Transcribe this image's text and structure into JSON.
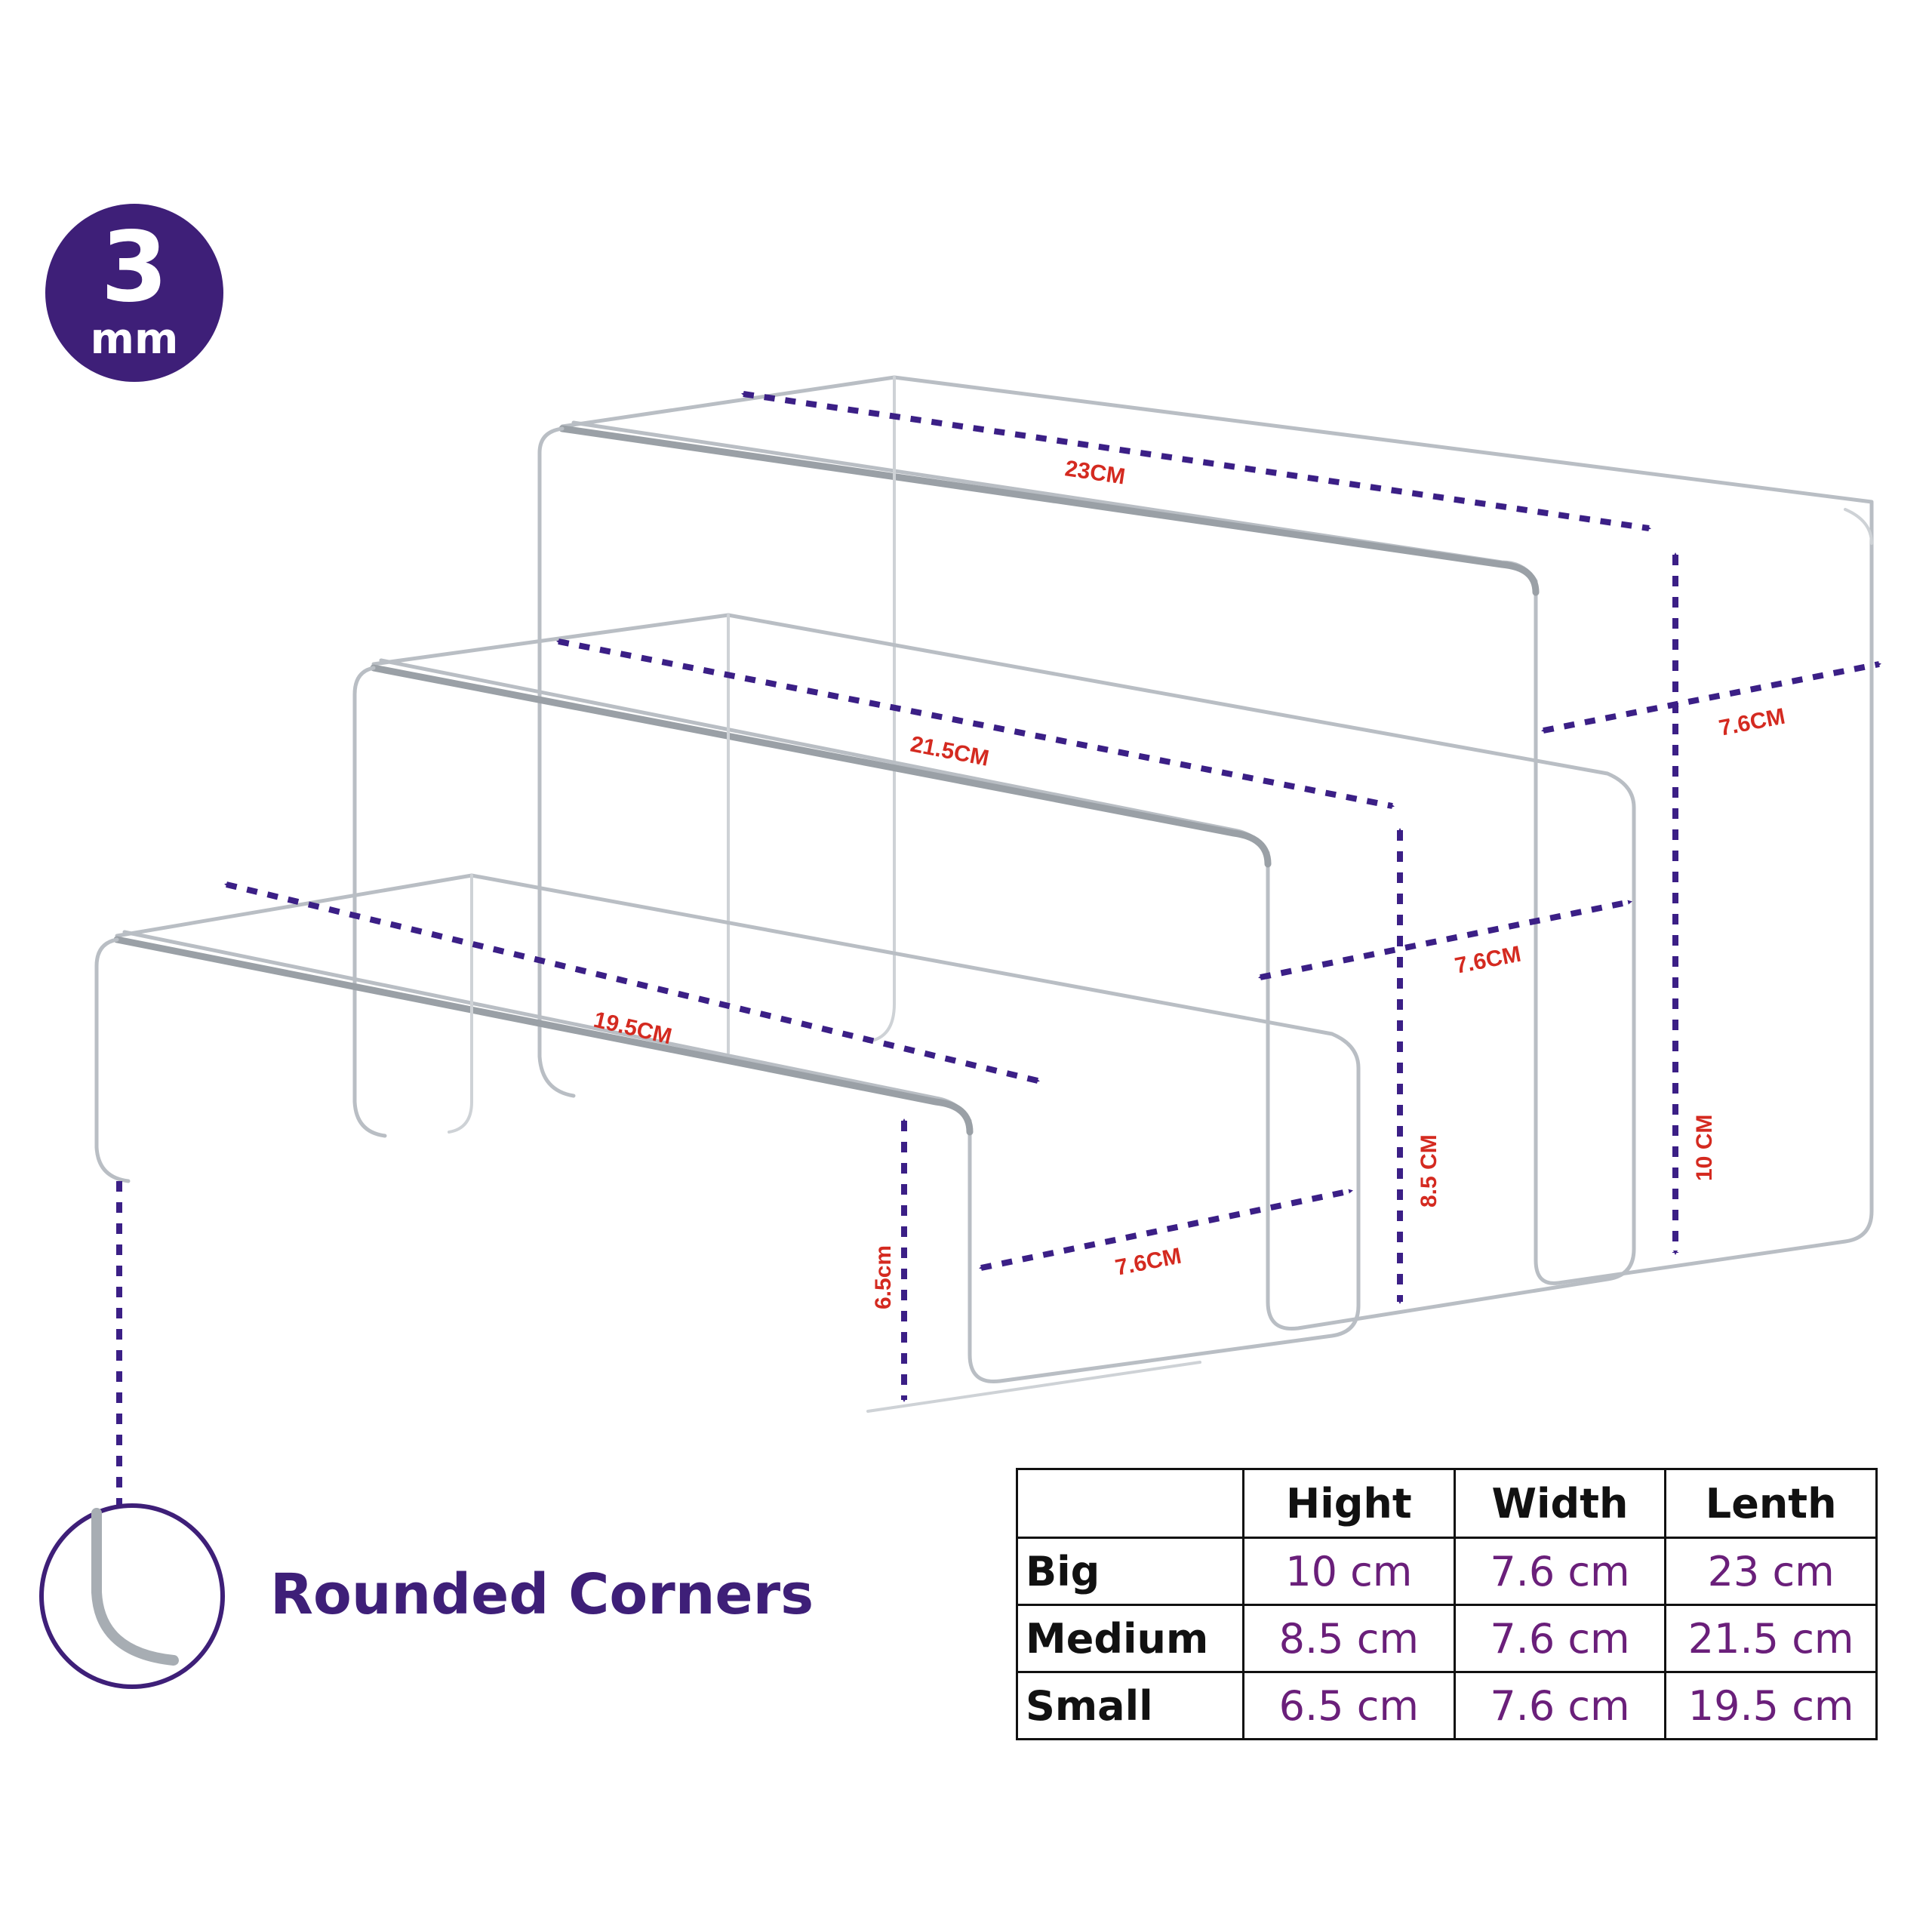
{
  "badge": {
    "value": "3",
    "unit": "mm"
  },
  "caption": {
    "rounded_corners": "Rounded Corners"
  },
  "dimensions": {
    "big_length": "23CM",
    "big_width": "7.6CM",
    "big_height": "10 CM",
    "medium_length": "21.5CM",
    "medium_width": "7.6CM",
    "medium_height": "8.5 CM",
    "small_length": "19.5CM",
    "small_width": "7.6CM",
    "small_height": "6.5cm"
  },
  "table": {
    "headers": [
      "",
      "Hight",
      "Width",
      "Lenth"
    ],
    "rows": [
      {
        "label": "Big",
        "hight": "10 cm",
        "width": "7.6 cm",
        "lenth": "23 cm"
      },
      {
        "label": "Medium",
        "hight": "8.5 cm",
        "width": "7.6 cm",
        "lenth": "21.5 cm"
      },
      {
        "label": "Small",
        "hight": "6.5 cm",
        "width": "7.6 cm",
        "lenth": "19.5 cm"
      }
    ]
  },
  "colors": {
    "accent": "#3e1f78",
    "dimension_arrow": "#3b1f86",
    "dimension_text": "#d42a20",
    "table_value": "#6a1f7a"
  }
}
